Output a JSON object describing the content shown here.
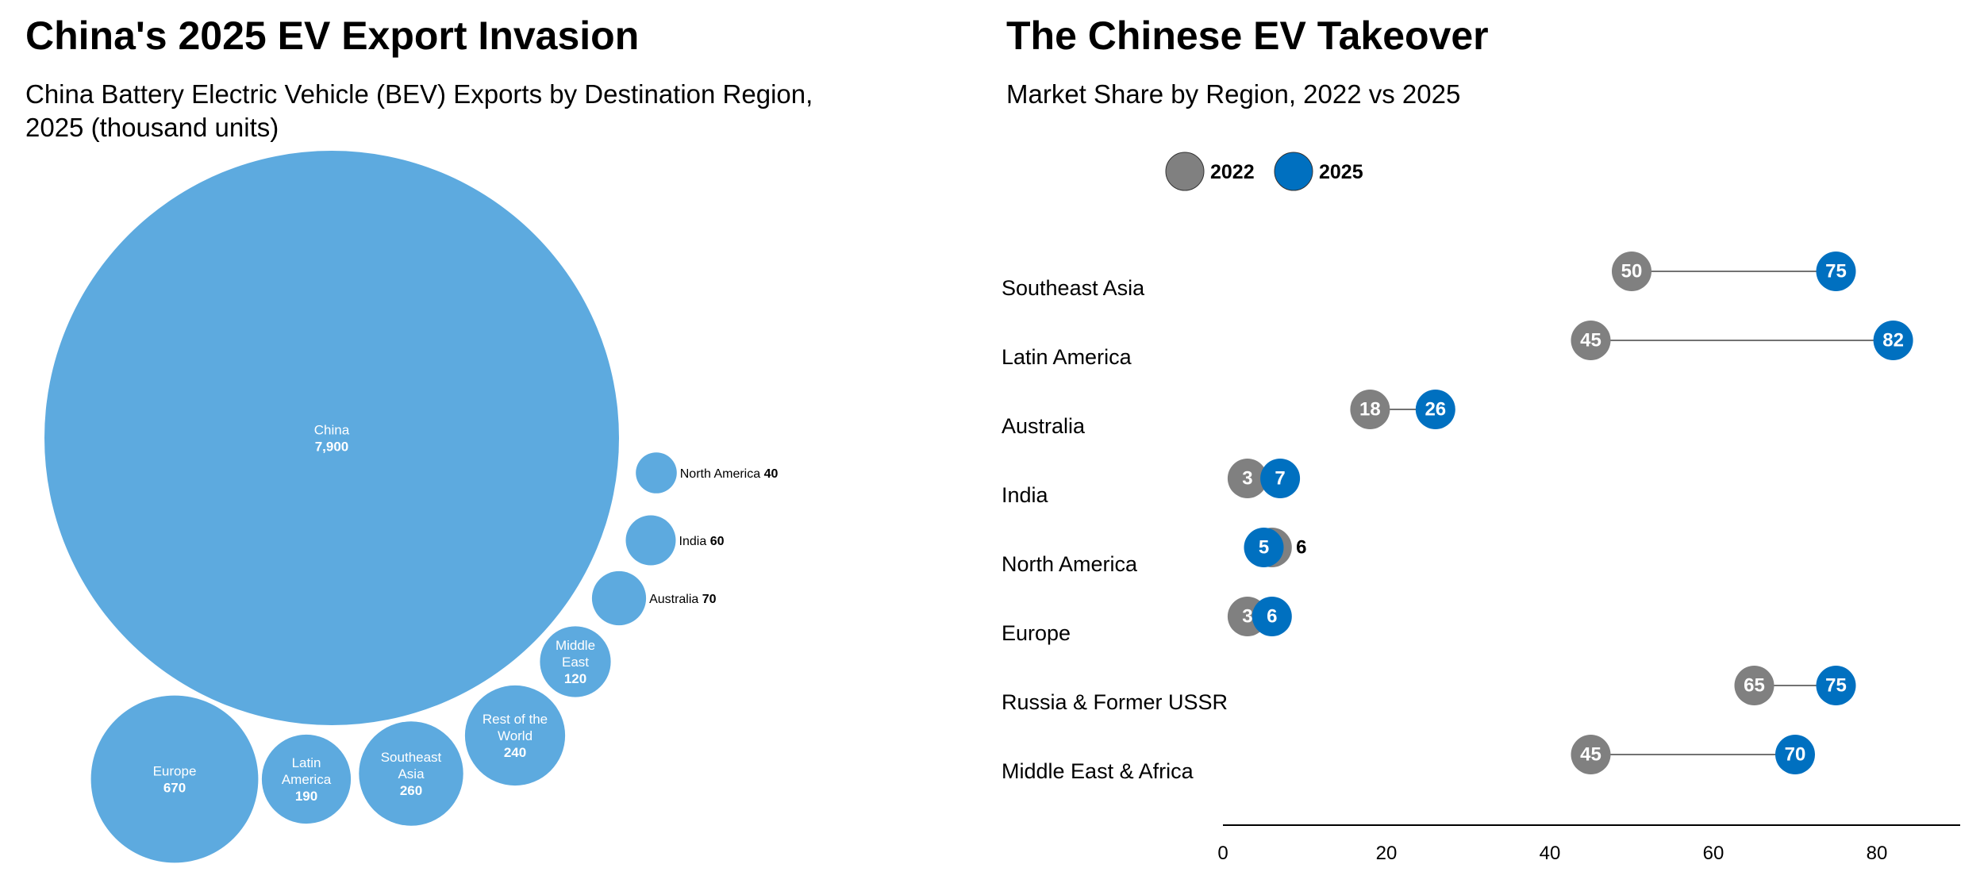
{
  "chart_data": [
    {
      "type": "bubble",
      "title": "China's 2025 EV Export Invasion",
      "subtitle": "China Battery Electric Vehicle (BEV) Exports by Destination Region, 2025 (thousand units)",
      "color": "#5DAADF",
      "bubbles": [
        {
          "label": "China",
          "value": 7900,
          "display": "7,900",
          "inside": true
        },
        {
          "label": "North America",
          "value": 40,
          "display": "40",
          "inside": false
        },
        {
          "label": "India",
          "value": 60,
          "display": "60",
          "inside": false
        },
        {
          "label": "Australia",
          "value": 70,
          "display": "70",
          "inside": false
        },
        {
          "label": "Middle East",
          "value": 120,
          "display": "120",
          "inside": true
        },
        {
          "label": "Rest of the World",
          "value": 240,
          "display": "240",
          "inside": true
        },
        {
          "label": "Southeast Asia",
          "value": 260,
          "display": "260",
          "inside": true
        },
        {
          "label": "Latin America",
          "value": 190,
          "display": "190",
          "inside": true
        },
        {
          "label": "Europe",
          "value": 670,
          "display": "670",
          "inside": true
        }
      ]
    },
    {
      "type": "dumbbell",
      "title": "The Chinese EV Takeover",
      "subtitle": "Market Share by Region, 2022 vs 2025",
      "legend": [
        {
          "name": "2022",
          "color": "#808080"
        },
        {
          "name": "2025",
          "color": "#0070C0"
        }
      ],
      "xlim": [
        0,
        90
      ],
      "xticks": [
        0,
        20,
        40,
        60,
        80
      ],
      "rows": [
        {
          "category": "Southeast Asia",
          "v2022": 50,
          "v2025": 75
        },
        {
          "category": "Latin America",
          "v2022": 45,
          "v2025": 82
        },
        {
          "category": "Australia",
          "v2022": 18,
          "v2025": 26
        },
        {
          "category": "India",
          "v2022": 3,
          "v2025": 7
        },
        {
          "category": "North America",
          "v2022": 6,
          "v2025": 5
        },
        {
          "category": "Europe",
          "v2022": 3,
          "v2025": 6
        },
        {
          "category": "Russia & Former USSR",
          "v2022": 65,
          "v2025": 75
        },
        {
          "category": "Middle East & Africa",
          "v2022": 45,
          "v2025": 70
        }
      ]
    }
  ]
}
